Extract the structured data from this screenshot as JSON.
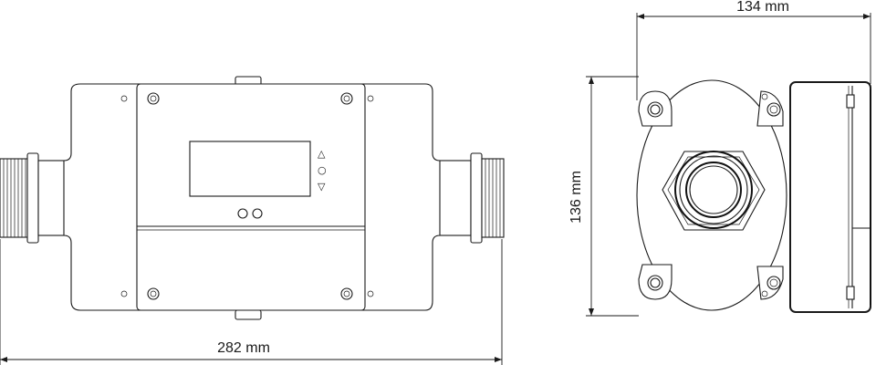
{
  "dimensions": {
    "length_label": "282 mm",
    "depth_label": "134 mm",
    "height_label": "136 mm"
  },
  "display_panel": {
    "button_up_glyph": "△",
    "button_ok_glyph": "○",
    "button_down_glyph": "▽"
  },
  "colors": {
    "line": "#1a1a1a",
    "background": "#ffffff"
  }
}
